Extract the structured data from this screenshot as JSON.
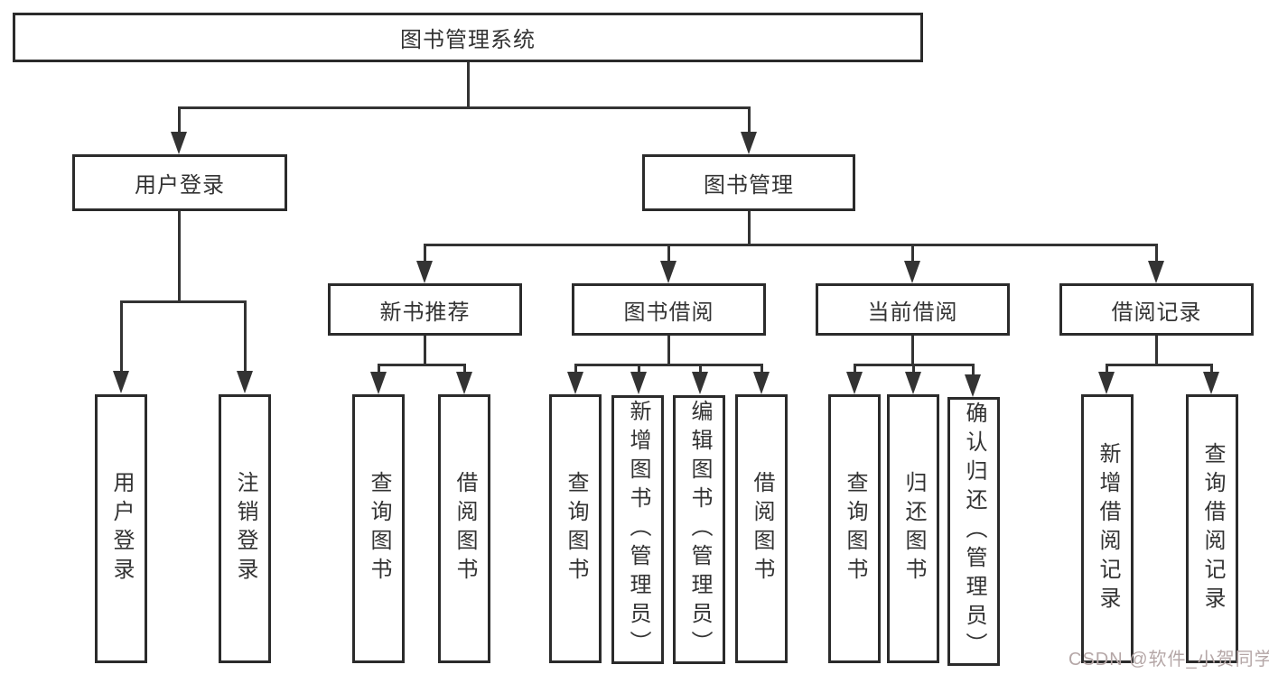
{
  "diagram": {
    "root": "图书管理系统",
    "branches": [
      "用户登录",
      "图书管理"
    ],
    "modules": [
      "新书推荐",
      "图书借阅",
      "当前借阅",
      "借阅记录"
    ],
    "leaves": [
      [
        "用户登录",
        "注销登录"
      ],
      [
        "查询图书",
        "借阅图书"
      ],
      [
        "查询图书",
        "新增图书（管理员）",
        "编辑图书（管理员）",
        "借阅图书"
      ],
      [
        "查询图书",
        "归还图书",
        "确认归还（管理员）"
      ],
      [
        "新增借阅记录",
        "查询借阅记录"
      ]
    ]
  },
  "watermark": {
    "text": "CSDN @软件_小贺同学"
  },
  "colors": {
    "line": "#333333",
    "box_border": "#2b2b2b",
    "text": "#333333",
    "watermark": "#b5a7a7",
    "background": "#ffffff"
  }
}
